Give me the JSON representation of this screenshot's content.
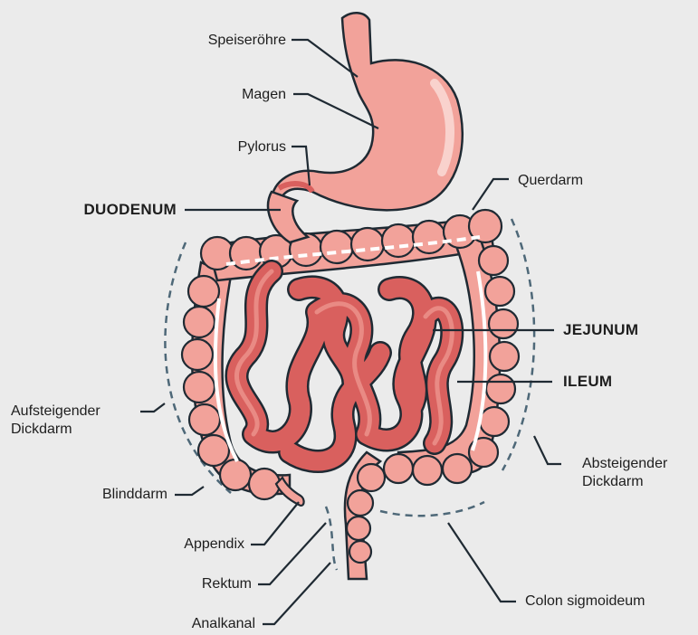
{
  "labels": {
    "speiseroehre": "Speiseröhre",
    "magen": "Magen",
    "pylorus": "Pylorus",
    "duodenum": "DUODENUM",
    "querdarm": "Querdarm",
    "jejunum": "JEJUNUM",
    "ileum": "ILEUM",
    "aufsteigender_1": "Aufsteigender",
    "aufsteigender_2": "Dickdarm",
    "absteigender_1": "Absteigender",
    "absteigender_2": "Dickdarm",
    "blinddarm": "Blinddarm",
    "appendix": "Appendix",
    "rektum": "Rektum",
    "colon_sigmoideum": "Colon sigmoideum",
    "analkanal": "Analkanal"
  },
  "colors": {
    "background": "#ebebeb",
    "organ_fill": "#f2a29a",
    "organ_outline": "#1f2a33",
    "small_intestine": "#d9605e",
    "dashed_guide": "#4e6878"
  }
}
